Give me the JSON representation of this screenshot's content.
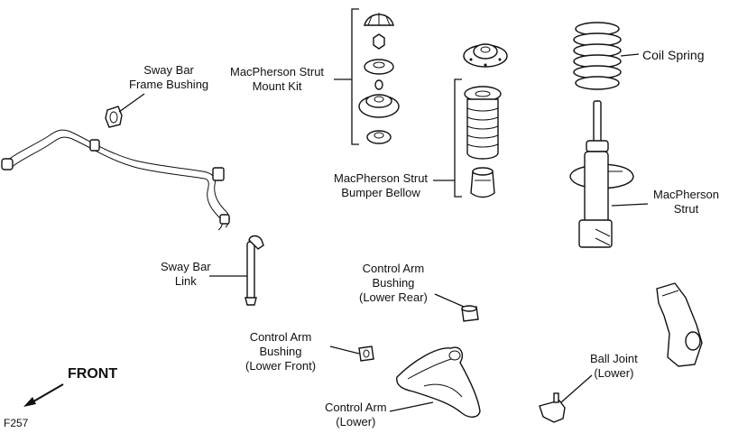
{
  "labels": {
    "sway_bar_frame_bushing": "Sway Bar\nFrame Bushing",
    "macpherson_strut_mount_kit": "MacPherson Strut\nMount Kit",
    "coil_spring": "Coil Spring",
    "macpherson_strut_bumper_bellow": "MacPherson Strut\nBumper Bellow",
    "macpherson_strut": "MacPherson\nStrut",
    "sway_bar_link": "Sway Bar\nLink",
    "control_arm_bushing_lower_rear": "Control Arm\nBushing\n(Lower Rear)",
    "control_arm_bushing_lower_front": "Control Arm\nBushing\n(Lower Front)",
    "ball_joint_lower": "Ball Joint\n(Lower)",
    "control_arm_lower": "Control Arm\n(Lower)"
  },
  "front_label": "FRONT",
  "figure_id": "F257"
}
